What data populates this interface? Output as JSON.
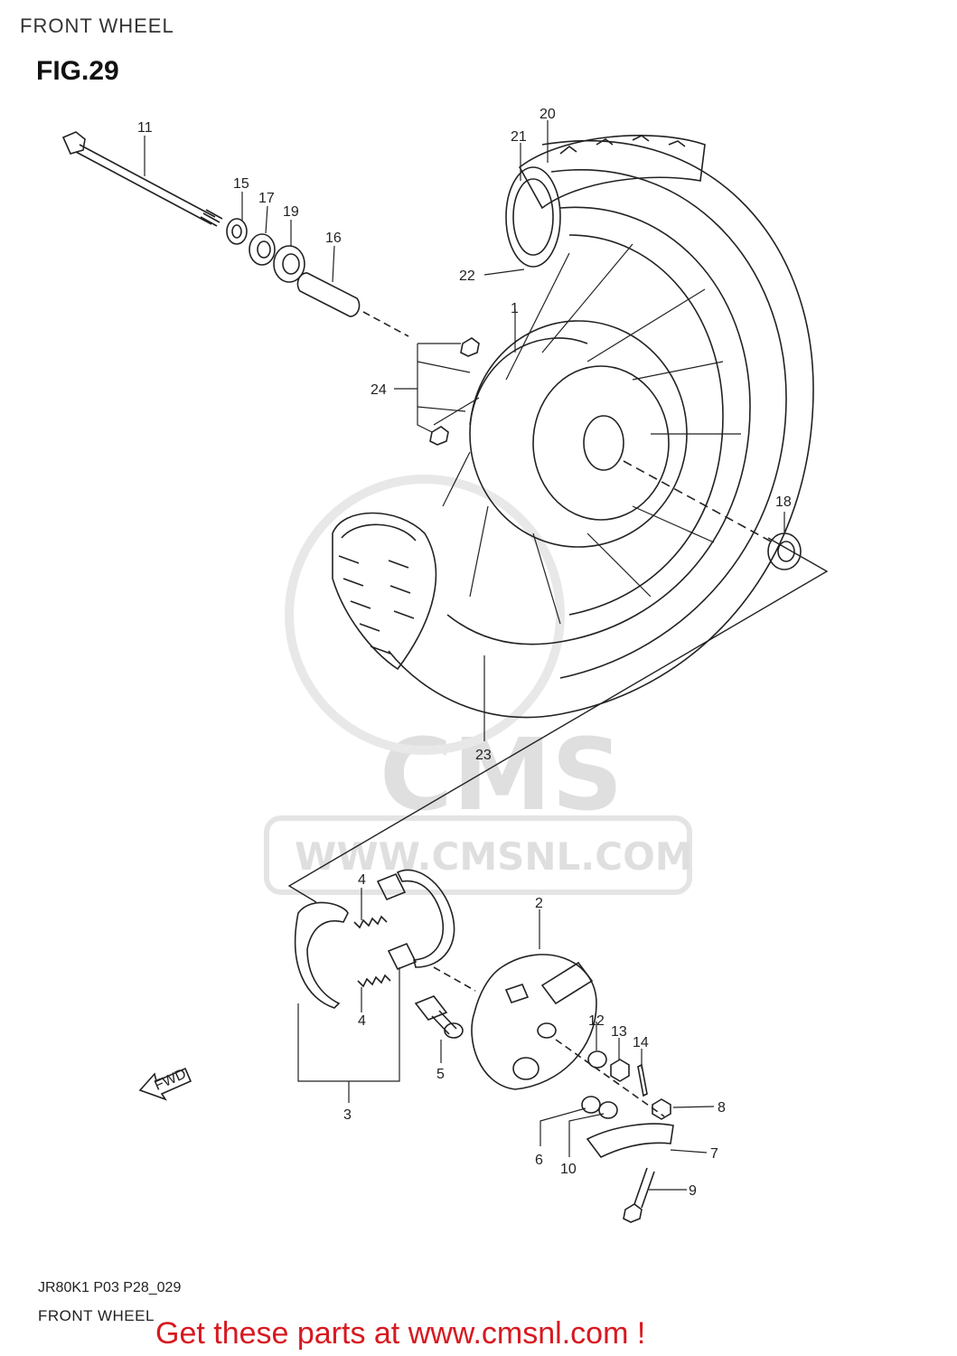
{
  "header": {
    "title": "FRONT WHEEL",
    "figure": "FIG.29"
  },
  "footer": {
    "code": "JR80K1 P03 P28_029",
    "subtitle": "FRONT WHEEL",
    "cta": "Get these parts at www.cmsnl.com !"
  },
  "watermark": {
    "logo": "CMS",
    "url": "WWW.CMSNL.COM"
  },
  "fwd_label": "FWD",
  "parts": [
    {
      "key": "p11",
      "label": "11"
    },
    {
      "key": "p15",
      "label": "15"
    },
    {
      "key": "p17",
      "label": "17"
    },
    {
      "key": "p19",
      "label": "19"
    },
    {
      "key": "p16",
      "label": "16"
    },
    {
      "key": "p21",
      "label": "21"
    },
    {
      "key": "p20",
      "label": "20"
    },
    {
      "key": "p22",
      "label": "22"
    },
    {
      "key": "p1",
      "label": "1"
    },
    {
      "key": "p24",
      "label": "24"
    },
    {
      "key": "p18",
      "label": "18"
    },
    {
      "key": "p23",
      "label": "23"
    },
    {
      "key": "p4a",
      "label": "4"
    },
    {
      "key": "p4b",
      "label": "4"
    },
    {
      "key": "p2",
      "label": "2"
    },
    {
      "key": "p12",
      "label": "12"
    },
    {
      "key": "p13",
      "label": "13"
    },
    {
      "key": "p14",
      "label": "14"
    },
    {
      "key": "p5",
      "label": "5"
    },
    {
      "key": "p3",
      "label": "3"
    },
    {
      "key": "p8",
      "label": "8"
    },
    {
      "key": "p6",
      "label": "6"
    },
    {
      "key": "p10",
      "label": "10"
    },
    {
      "key": "p7",
      "label": "7"
    },
    {
      "key": "p9",
      "label": "9"
    }
  ]
}
